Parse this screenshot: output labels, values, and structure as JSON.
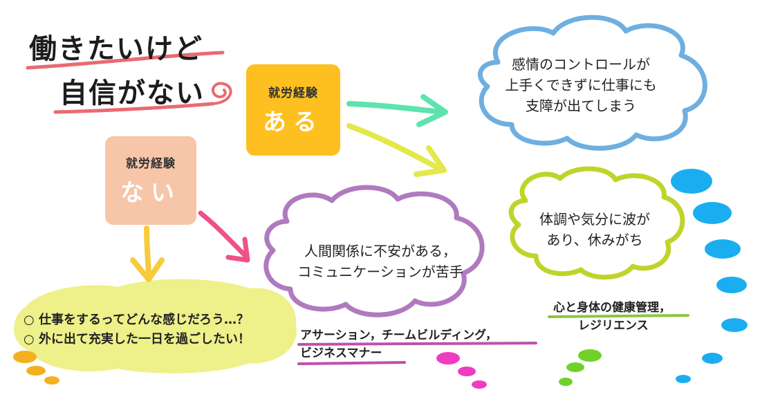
{
  "title": {
    "line1": "働きたいけど",
    "line2": "自信がない"
  },
  "box_with_experience": {
    "label": "就労経験",
    "value": "ある",
    "color": "#FDC020"
  },
  "box_no_experience": {
    "label": "就労経験",
    "value": "ない",
    "color": "#F7C5A8"
  },
  "cloud_emotion": {
    "lines": [
      "感情のコントロールが",
      "上手くできずに仕事にも",
      "支障が出てしまう"
    ],
    "color": "#6FAFE0"
  },
  "cloud_health": {
    "lines": [
      "体調や気分に波が",
      "あり、休みがち"
    ],
    "color": "#BFD42A"
  },
  "cloud_relationship": {
    "lines": [
      "人間関係に不安がある，",
      "コミュニケーションが苦手"
    ],
    "color": "#B07ABF"
  },
  "cloud_no_exp": {
    "items": [
      "○ 仕事をするってどんな感じだろう…？",
      "○ 外に出て充実した一日を過ごしたい！"
    ],
    "color": "#EEF08A"
  },
  "label_health": {
    "lines": [
      "心と身体の健康管理，",
      "レジリエンス"
    ],
    "color": "#8CC63F"
  },
  "label_relationship": {
    "lines": [
      "アサーション，チームビルディング，",
      "ビジネスマナー"
    ],
    "color": "#C04FB0"
  },
  "colors": {
    "arrow_teal": "#5EE3B0",
    "arrow_yellow": "#E4E84A",
    "arrow_pink": "#F0508A",
    "arrow_gold": "#F7CB3A",
    "underline_red": "#E96A70",
    "dot_blue": "#1AAEF0",
    "dot_green": "#6FD12A",
    "dot_pink": "#F03CC0",
    "dot_orange": "#F5B020"
  }
}
